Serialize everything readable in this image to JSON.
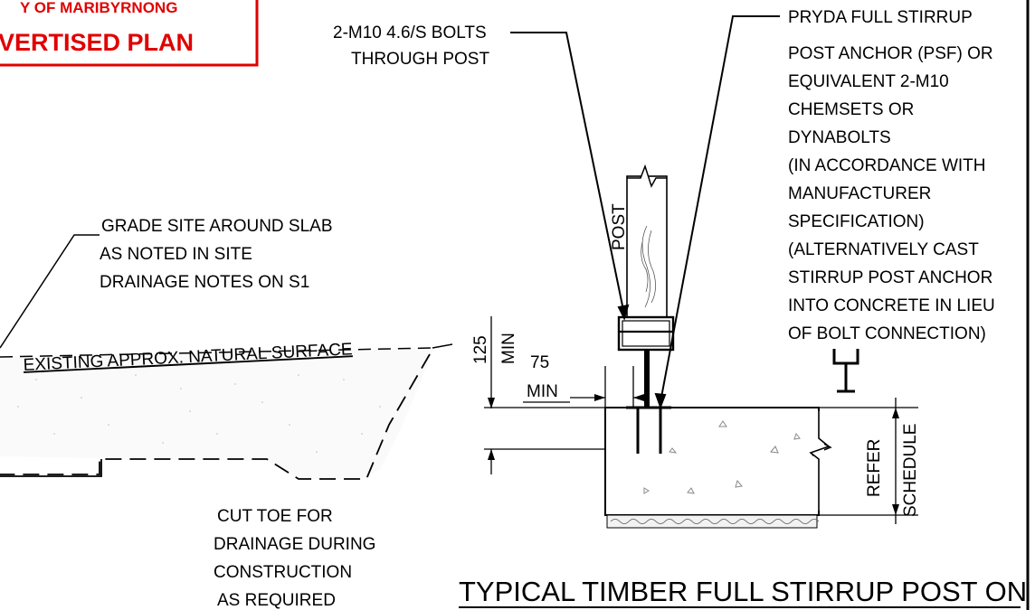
{
  "stamp": {
    "line1": "Y OF MARIBYRNONG",
    "line2": "VERTISED PLAN",
    "color": "#e00000"
  },
  "notes": {
    "bolts": [
      "2-M10 4.6/S BOLTS",
      "THROUGH POST"
    ],
    "anchor": [
      "PRYDA FULL STIRRUP",
      "POST ANCHOR (PSF) OR",
      "EQUIVALENT 2-M10",
      "CHEMSETS OR",
      "DYNABOLTS",
      "(IN ACCORDANCE WITH",
      "MANUFACTURER",
      "SPECIFICATION)",
      "(ALTERNATIVELY CAST",
      "STIRRUP POST ANCHOR",
      "INTO CONCRETE IN LIEU",
      "OF BOLT CONNECTION)"
    ],
    "grade": [
      "GRADE SITE AROUND SLAB",
      "AS NOTED IN SITE",
      "DRAINAGE NOTES ON S1"
    ],
    "cut_toe": [
      "CUT TOE FOR",
      "DRAINAGE DURING",
      "CONSTRUCTION",
      "AS REQUIRED"
    ]
  },
  "labels": {
    "existing_surface": "EXISTING APPROX. NATURAL SURFACE",
    "post": "POST",
    "dim_125": "125",
    "dim_125_min": "MIN",
    "dim_75": "75",
    "dim_75_min": "MIN",
    "refer": "REFER",
    "schedule": "SCHEDULE"
  },
  "title": "TYPICAL TIMBER FULL STIRRUP POST ON"
}
